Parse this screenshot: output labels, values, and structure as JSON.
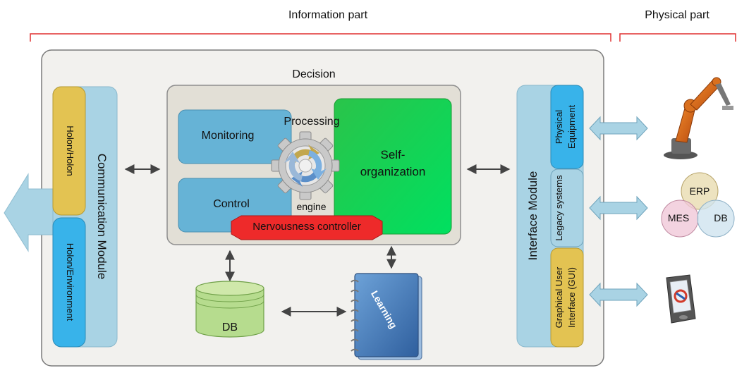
{
  "sections": {
    "information": "Information part",
    "physical": "Physical part"
  },
  "decision": {
    "title": "Decision",
    "monitoring": "Monitoring",
    "control": "Control",
    "processing": "Processing",
    "engine": "engine",
    "self_org": "Self-organization",
    "nervousness": "Nervousness controller"
  },
  "communication": {
    "title": "Communication Module",
    "holon_holon": "Holon/Holon",
    "holon_env": "Holon/Environment"
  },
  "interface": {
    "title": "Interface Module",
    "physical_equipment": "Physical Equipment",
    "legacy_systems": "Legacy systems",
    "gui": "Graphical User Interface (GUI)"
  },
  "db": "DB",
  "learning": "Learning",
  "venn": {
    "erp": "ERP",
    "mes": "MES",
    "db": "DB"
  },
  "colors": {
    "module_blue": "#a9d3e4",
    "box_blue": "#66b3d6",
    "cyan_blue": "#38b3ea",
    "yellow": "#e3c352",
    "green": "#22d34a",
    "red": "#ee2a2a",
    "db_green": "#b6dc8e",
    "book_blue": "#4d86c4",
    "outer_bg": "#f2f1ee",
    "decision_bg": "#e2dfd6",
    "bracket_red": "#e03030"
  }
}
